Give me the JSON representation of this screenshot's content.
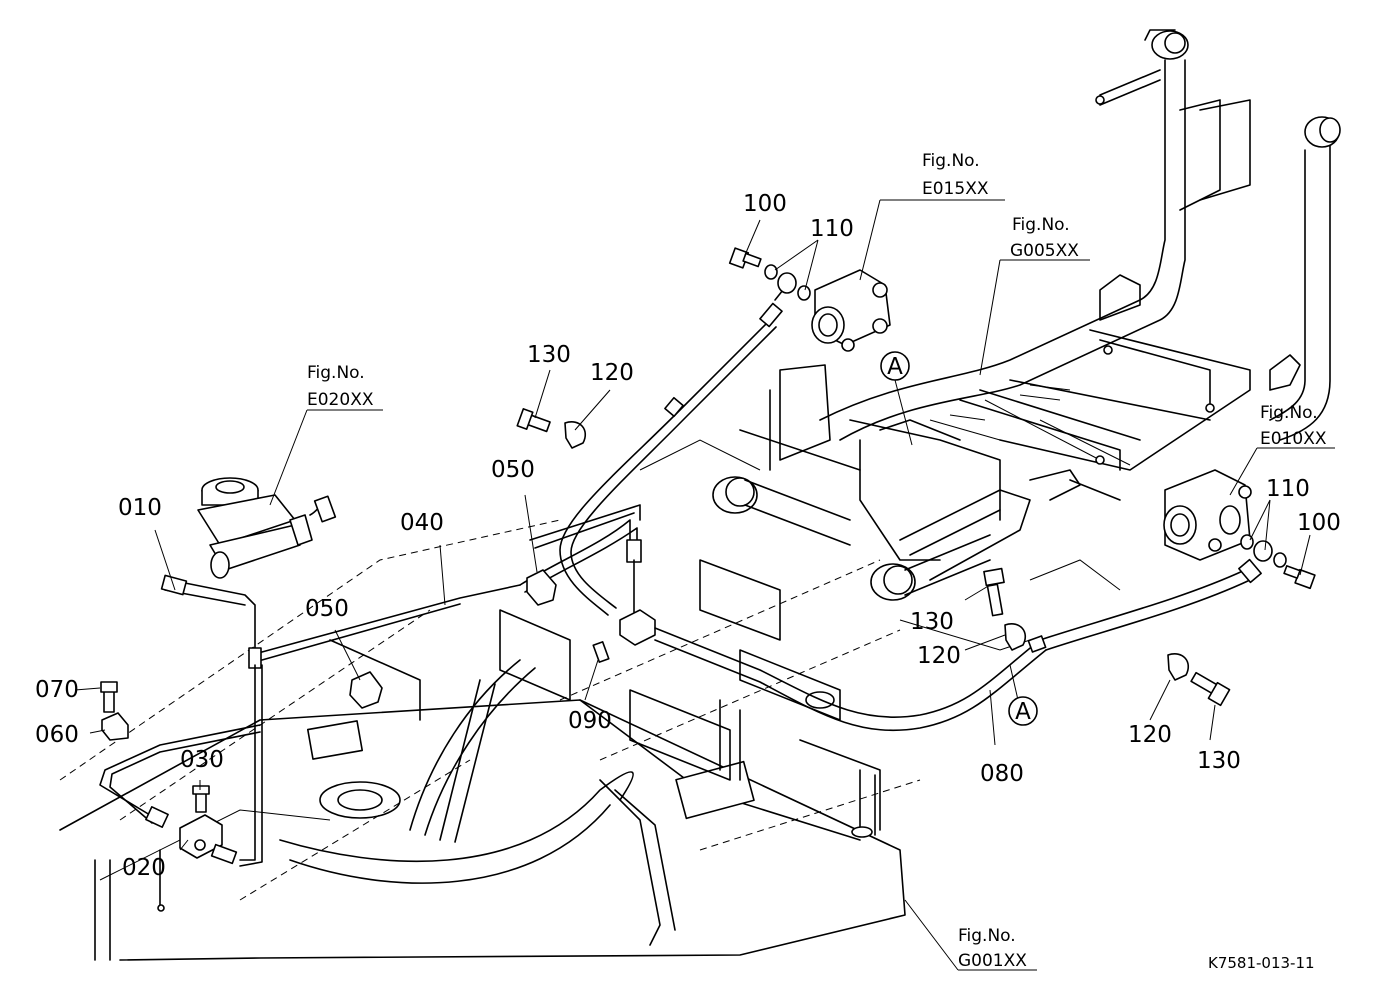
{
  "drawing_code": "K7581-013-11",
  "part_labels": [
    "010",
    "020",
    "030",
    "040",
    "050",
    "050",
    "060",
    "070",
    "080",
    "090",
    "100",
    "100",
    "110",
    "110",
    "120",
    "120",
    "120",
    "130",
    "130",
    "130"
  ],
  "figure_refs": {
    "e015": {
      "prefix": "Fig.No.",
      "code": "E015XX"
    },
    "g005": {
      "prefix": "Fig.No.",
      "code": "G005XX"
    },
    "e020": {
      "prefix": "Fig.No.",
      "code": "E020XX"
    },
    "e010": {
      "prefix": "Fig.No.",
      "code": "E010XX"
    },
    "g001": {
      "prefix": "Fig.No.",
      "code": "G001XX"
    }
  },
  "callouts": [
    "A",
    "A"
  ]
}
